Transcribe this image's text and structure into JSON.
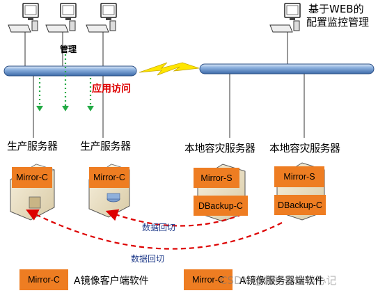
{
  "web_console": {
    "line1": "基于WEB的",
    "line2": "配置监控管理"
  },
  "manage_label": "管理",
  "app_access_label": "应用访问",
  "servers": [
    {
      "label": "生产服务器",
      "box": "Mirror-C"
    },
    {
      "label": "生产服务器",
      "box": "Mirror-C"
    },
    {
      "label": "本地容灾服务器",
      "box1": "Mirror-S",
      "box2": "DBackup-C"
    },
    {
      "label": "本地容灾服务器",
      "box1": "Mirror-S",
      "box2": "DBackup-C"
    }
  ],
  "switchback": {
    "label1": "数据回切",
    "label2": "数据回切"
  },
  "legend": {
    "item1_box": "Mirror-C",
    "item1_text": "A镜像客户端软件",
    "item2_box": "Mirror-C",
    "item2_text": "A镜像服务器端软件"
  },
  "watermark": "CSDN @数据安全核心记",
  "colors": {
    "accent": "#ee7d22",
    "network_bar": "#6f9bd0",
    "green_arrow": "#22aa44",
    "red": "#dd0000"
  }
}
